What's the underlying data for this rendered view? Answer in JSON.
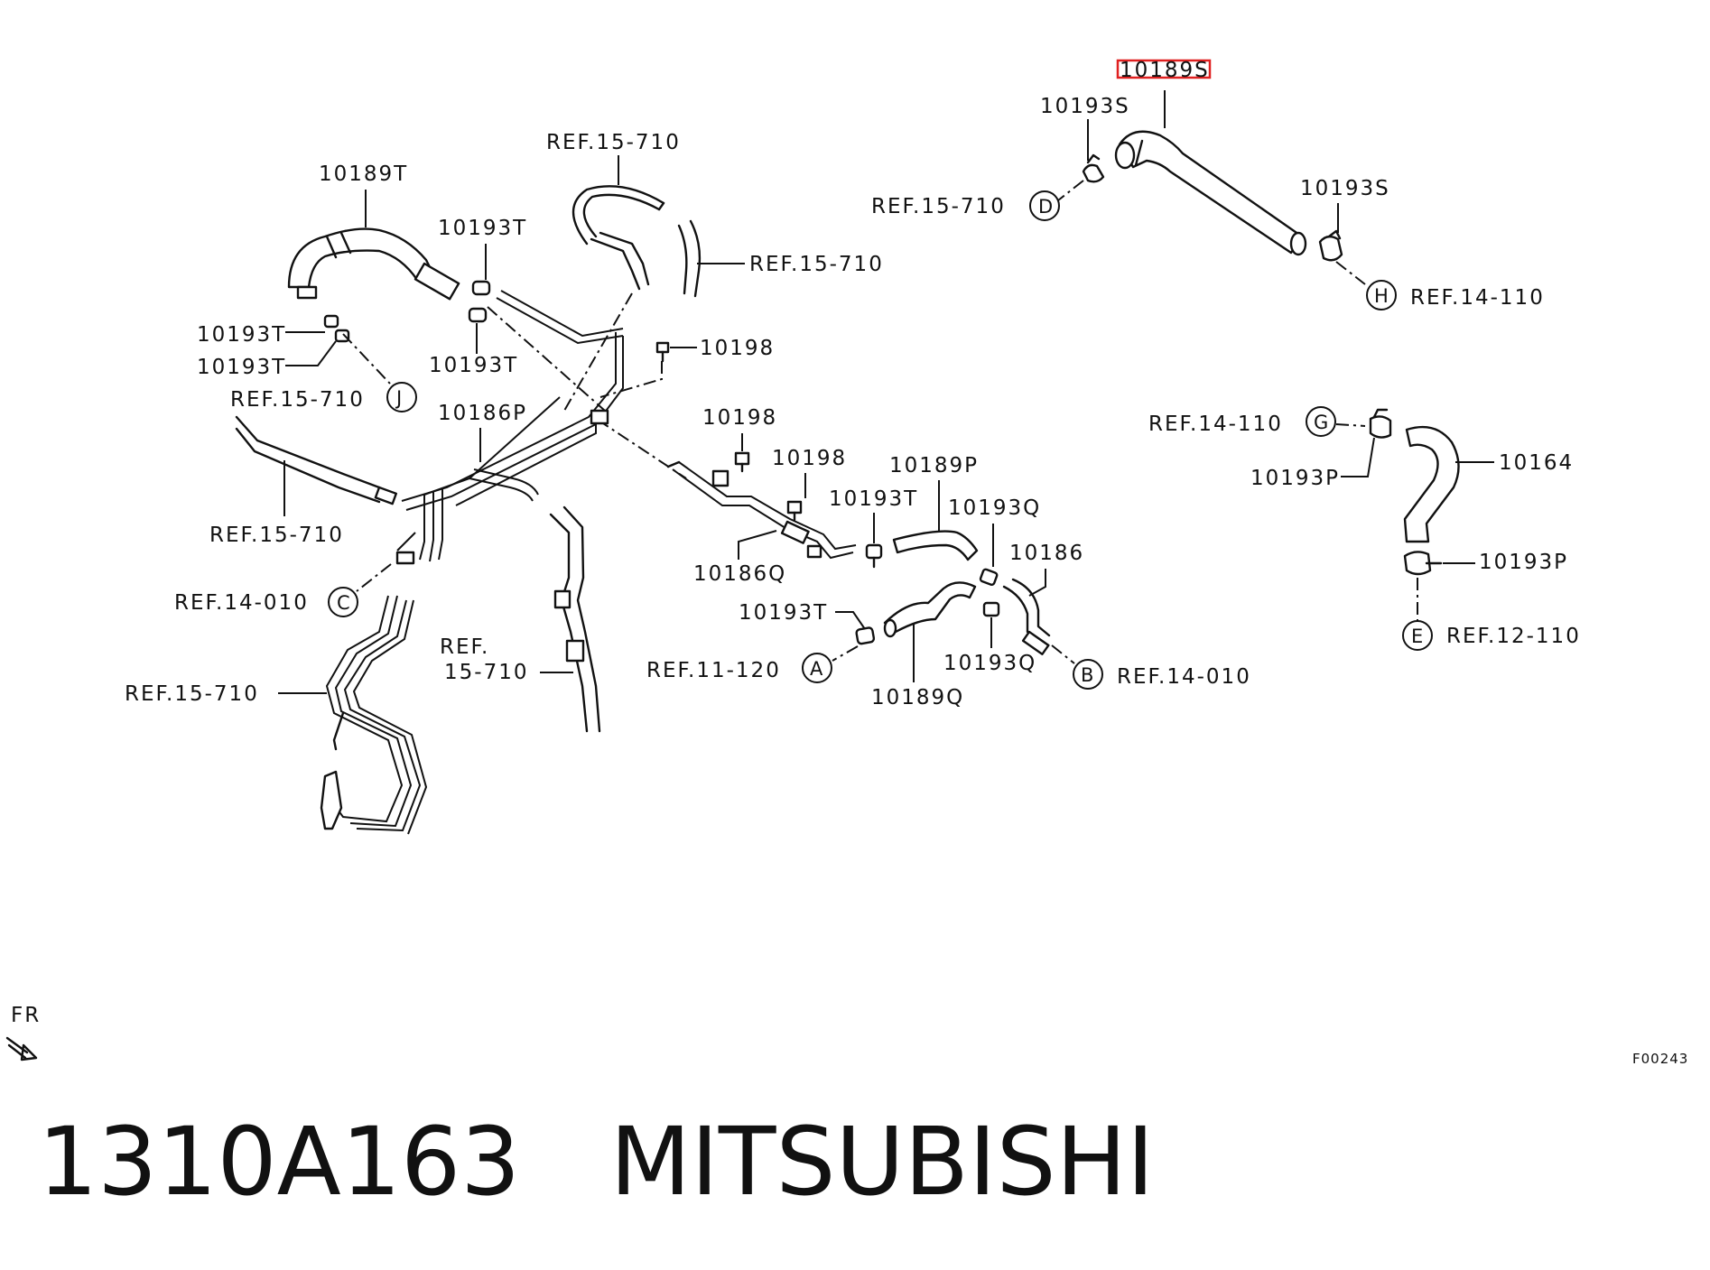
{
  "highlighted_part": "10189S",
  "labels": {
    "l_10189S": "10189S",
    "l_10193S_top": "10193S",
    "l_ref15710_d": "REF.15-710",
    "l_10193S_right": "10193S",
    "l_ref14110_h": "REF.14-110",
    "l_10189T": "10189T",
    "l_ref15710_top": "REF.15-710",
    "l_10193T_a": "10193T",
    "l_ref15710_mid": "REF.15-710",
    "l_10193T_b": "10193T",
    "l_10193T_c": "10193T",
    "l_10193T_d": "10193T",
    "l_10198_a": "10198",
    "l_ref15710_j": "REF.15-710",
    "l_10186P": "10186P",
    "l_10198_b": "10198",
    "l_10198_c": "10198",
    "l_10189P": "10189P",
    "l_10193T_e": "10193T",
    "l_10193Q_a": "10193Q",
    "l_10186": "10186",
    "l_ref15710_left": "REF.15-710",
    "l_10186Q": "10186Q",
    "l_ref14010_c": "REF.14-010",
    "l_10193T_f": "10193T",
    "l_ref_a": "REF.",
    "l_ref_b": "15-710",
    "l_ref11120_a": "REF.11-120",
    "l_10193Q_b": "10193Q",
    "l_ref14010_b": "REF.14-010",
    "l_10189Q": "10189Q",
    "l_ref15710_bottom": "REF.15-710",
    "l_ref14110_g": "REF.14-110",
    "l_10164": "10164",
    "l_10193P_a": "10193P",
    "l_10193P_b": "10193P",
    "l_ref12110_e": "REF.12-110",
    "l_fr": "FR",
    "l_code": "F00243"
  },
  "callouts": {
    "D": "D",
    "H": "H",
    "J": "J",
    "G": "G",
    "C": "C",
    "A": "A",
    "B": "B",
    "E": "E"
  },
  "caption": {
    "part_number": "1310A163",
    "brand": "MITSUBISHI"
  }
}
